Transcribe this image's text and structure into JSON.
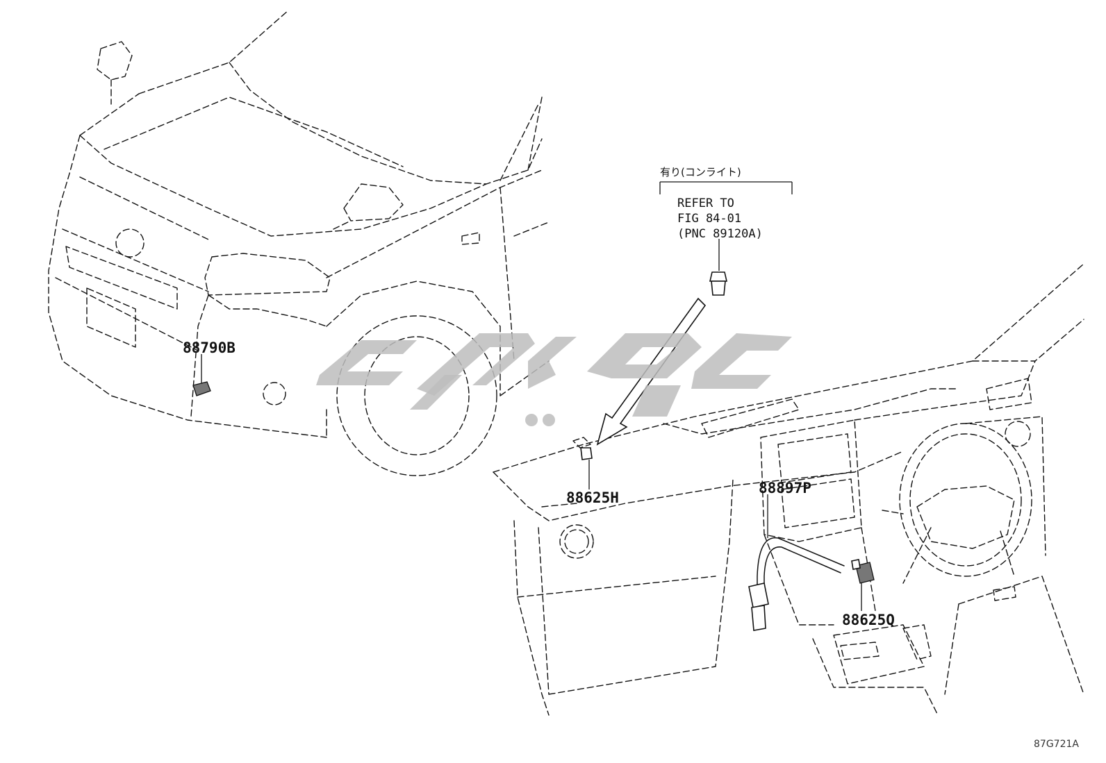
{
  "diagram": {
    "part_labels": [
      "88790B",
      "88625H",
      "88897P",
      "88625Q"
    ],
    "note": {
      "jp_label": "有り(コンライト)",
      "lines": [
        "REFER TO",
        "FIG 84-01",
        "(PNC 89120A)"
      ]
    },
    "figure_code": "87G721A"
  }
}
